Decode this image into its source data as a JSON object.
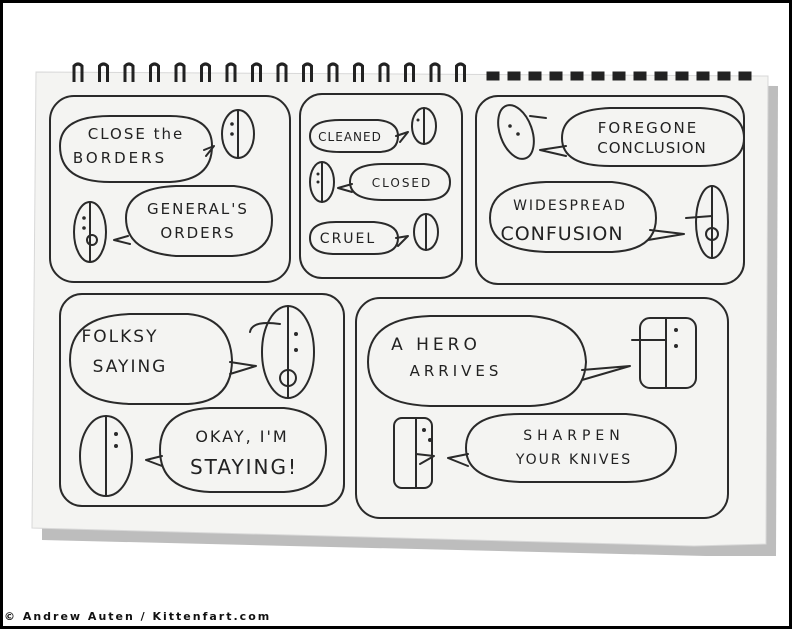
{
  "credit": "© Andrew Auten / Kittenfart.com",
  "panels": [
    {
      "bubbles": [
        {
          "lines": [
            "CLOSE the",
            "BORDERS"
          ]
        },
        {
          "lines": [
            "GENERAL'S",
            "ORDERS"
          ]
        }
      ]
    },
    {
      "bubbles": [
        {
          "lines": [
            "CLEANED"
          ]
        },
        {
          "lines": [
            "CLOSED"
          ]
        },
        {
          "lines": [
            "CRUEL"
          ]
        }
      ]
    },
    {
      "bubbles": [
        {
          "lines": [
            "FOREGONE",
            "CONCLUSION"
          ]
        },
        {
          "lines": [
            "WIDESPREAD",
            "CONFUSION"
          ]
        }
      ]
    },
    {
      "bubbles": [
        {
          "lines": [
            "FOLKSY",
            "SAYING"
          ]
        },
        {
          "lines": [
            "OKAY, I'M",
            "STAYING!"
          ]
        }
      ]
    },
    {
      "bubbles": [
        {
          "lines": [
            "A HERO",
            "ARRIVES"
          ]
        },
        {
          "lines": [
            "SHARPEN",
            "YOUR KNIVES"
          ]
        }
      ]
    }
  ],
  "colors": {
    "paper": "#f4f4f2",
    "pencil": "#2a2a2a",
    "border": "#000000"
  }
}
